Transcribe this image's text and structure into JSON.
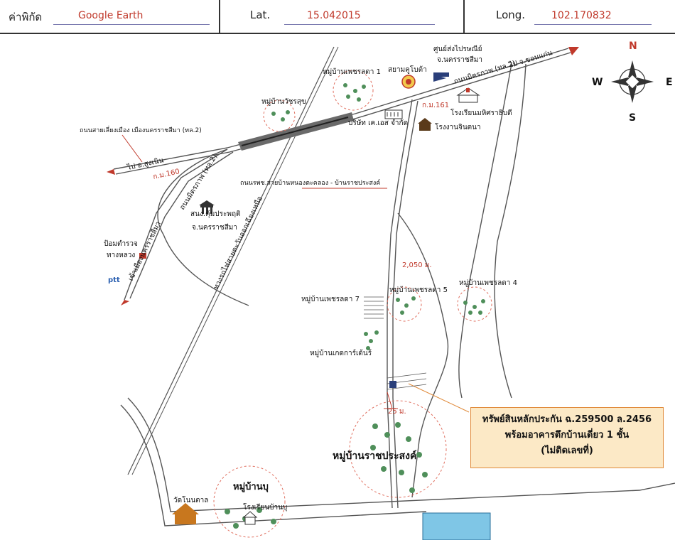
{
  "header": {
    "coord_label": "ค่าพิกัด",
    "source": "Google Earth",
    "lat_label": "Lat.",
    "lat_value": "15.042015",
    "long_label": "Long.",
    "long_value": "102.170832"
  },
  "compass": {
    "n": "N",
    "s": "S",
    "e": "E",
    "w": "W"
  },
  "labels": {
    "village_petch1": "หมู่บ้านเพชรลดา 1",
    "siam_kubota": "สยามคูโบต้า",
    "post_center_1": "ศูนย์ส่งไปรษณีย์",
    "post_center_2": "จ.นครราชสีมา",
    "road_mittraphap_dir": "ถนนมิตรภาพ (ทล.2)",
    "to_khonkaen": "ไป จ.ขอนแก่น",
    "km161": "ก.ม.161",
    "school_mahitsara": "โรงเรียนมหิศราธิบดี",
    "village_watcharasuk": "หมู่บ้านวัชรสุข",
    "company_ks": "บริษัท เค.เอส จำกัด",
    "jintana_factory": "โรงงานจินตนา",
    "bypass_road": "ถนนสายเลี่ยงเมือง เมืองนครราชสีมา (ทล.2)",
    "to_sungnoen": "ไป อ.สูงเนิน",
    "km160": "ก.ม.160",
    "road_mittraphap_rot": "ถนนมิตรภาพ (ทล.2)",
    "nongtakhlong_road": "ถนนรพช.สายบ้านหนองตะคลอง - บ้านราชประสงค์",
    "nature_office_1": "สนง.คุ้มประพฤติ",
    "nature_office_2": "จ.นครราชสีมา",
    "police_1": "ป้อมตำรวจ",
    "police_2": "ทางหลวง",
    "ptt": "ptt",
    "into_city": "เข้าเมืองนครราชสีมา",
    "railway": "ทางรถไฟสายตะวันออกเฉียงเหนือ",
    "dist_2050": "2,050 ม.",
    "village_petch7": "หมู่บ้านเพชรลดา 7",
    "village_petch5": "หมู่บ้านเพชรลดา 5",
    "village_petch4": "หมู่บ้านเพชรลดา 4",
    "village_kasetgarden": "หมู่บ้านเกดการ์เด้นร์",
    "dist_25": "25 ม.",
    "village_ratprasong": "หมู่บ้านราชประสงค์",
    "village_nongbu": "หมู่บ้านบุ",
    "wat_nonthan": "วัดโนนตาล",
    "school_banbu": "โรงเรียนบ้านบุ"
  },
  "callout": {
    "line1": "ทรัพย์สินหลักประกัน ฉ.259500 ล.2456",
    "line2": "พร้อมอาคารตึกบ้านเดี่ยว 1 ชั้น",
    "line3": "(ไม่ติดเลขที่)"
  },
  "colors": {
    "road": "#555555",
    "red": "#c0392b",
    "highlight": "#e08a3a",
    "village_circle": "#e07060"
  }
}
